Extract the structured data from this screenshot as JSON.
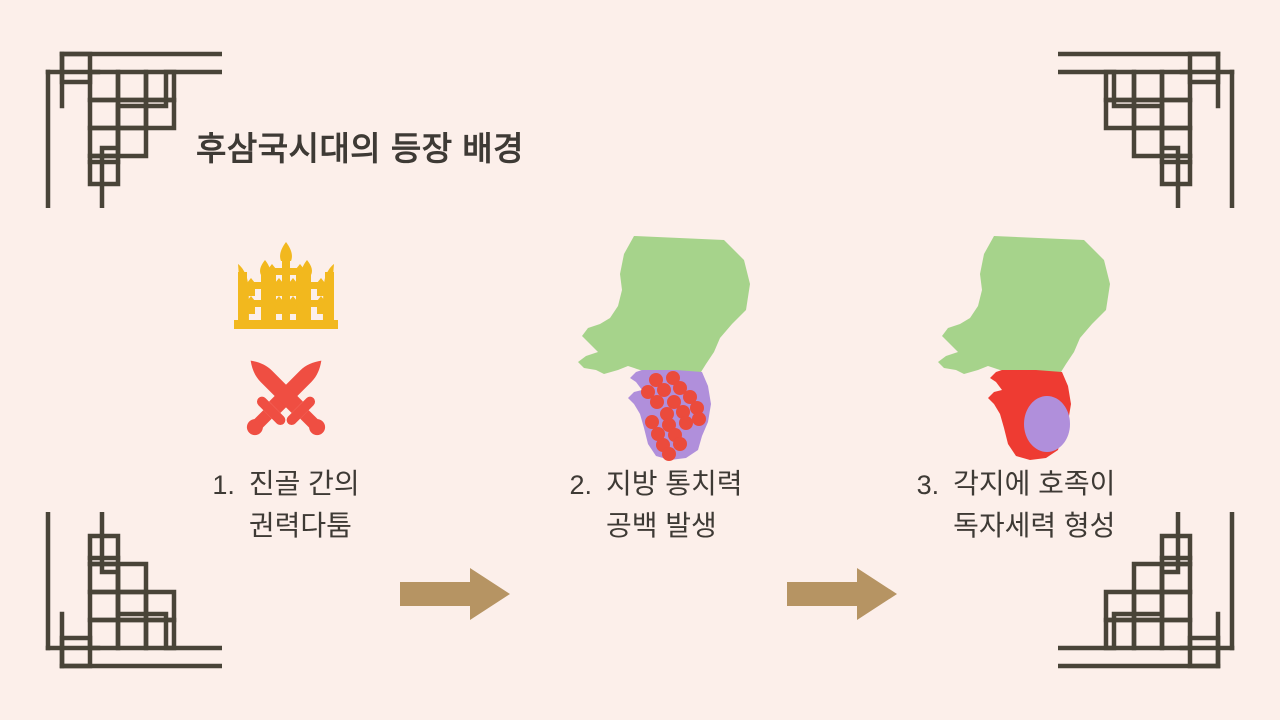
{
  "slide": {
    "title": "후삼국시대의 등장 배경",
    "background_color": "#FCEFEA",
    "text_color": "#3E3A35"
  },
  "ornaments": {
    "line_color": "#494438",
    "corners": [
      {
        "name": "top-left"
      },
      {
        "name": "top-right"
      },
      {
        "name": "bottom-left"
      },
      {
        "name": "bottom-right"
      }
    ]
  },
  "arrows": {
    "color": "#B69463",
    "items": [
      {
        "name": "arrow-1-to-2"
      },
      {
        "name": "arrow-2-to-3"
      }
    ]
  },
  "palette": {
    "crown_gold": "#F2B81E",
    "sword_red": "#EF4E42",
    "map_green": "#A6D38B",
    "map_purple": "#B08FDB",
    "map_red": "#EE3B32",
    "dot_red": "#EB4B3C"
  },
  "steps": [
    {
      "number": "1.",
      "lines": [
        "진골 간의",
        "권력다툼"
      ],
      "visual": "crown-and-crossed-swords",
      "icons": [
        "silla-gold-crown-icon",
        "crossed-swords-icon"
      ]
    },
    {
      "number": "2.",
      "lines": [
        "지방 통치력",
        "공백 발생"
      ],
      "visual": "korea-map-green-north-purple-south-with-red-dots",
      "icons": [
        "korea-map-icon"
      ]
    },
    {
      "number": "3.",
      "lines": [
        "각지에 호족이",
        "독자세력 형성"
      ],
      "visual": "korea-map-green-north-red-south-purple-southeast",
      "icons": [
        "korea-map-icon"
      ]
    }
  ]
}
